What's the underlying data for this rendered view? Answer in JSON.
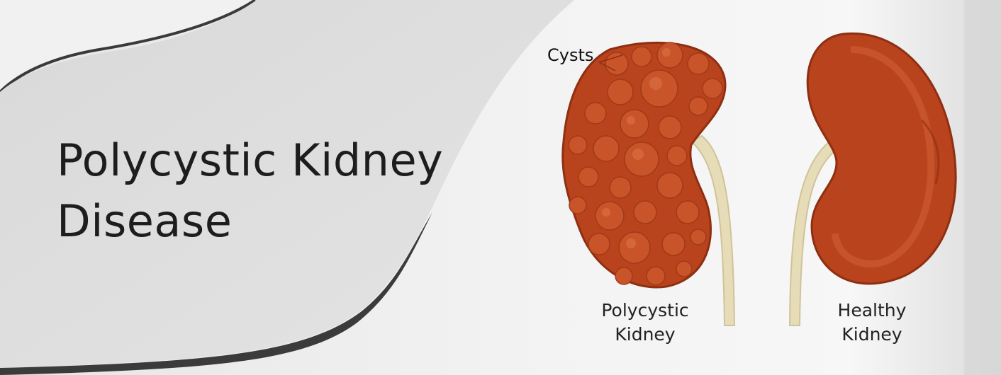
{
  "banner": {
    "title_line_1": "Polycystic Kidney",
    "title_line_2": "Disease"
  },
  "labels": {
    "cysts": "Cysts",
    "polycystic_line_1": "Polycystic",
    "polycystic_line_2": "Kidney",
    "healthy_line_1": "Healthy",
    "healthy_line_2": "Kidney"
  },
  "colors": {
    "kidney": "#b8431c",
    "kidney_dark": "#8e2f12",
    "cyst": "#c9542a",
    "cyst_highlight": "#e0754a",
    "ureter": "#e6dcb8",
    "title": "#1d1d1d"
  }
}
